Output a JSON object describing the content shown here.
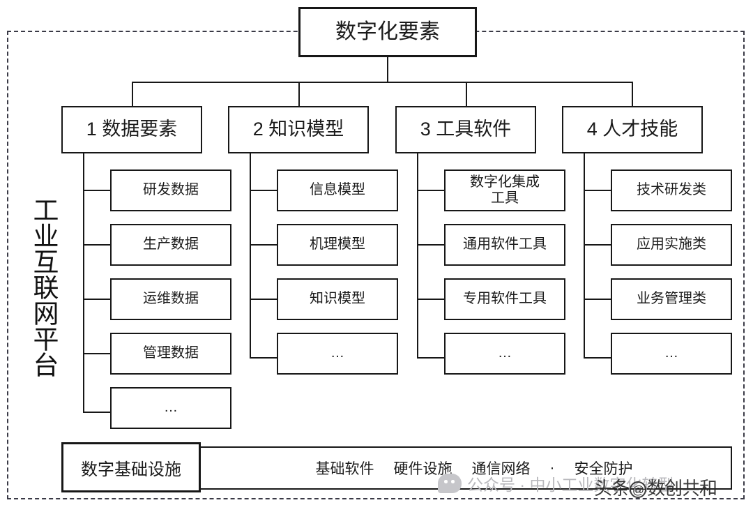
{
  "diagram": {
    "platform_label": "工业互联网平台",
    "root": {
      "label": "数字化要素"
    },
    "categories": [
      {
        "id": "data-elements",
        "label": "1 数据要素",
        "children": [
          "研发数据",
          "生产数据",
          "运维数据",
          "管理数据",
          "…"
        ]
      },
      {
        "id": "knowledge-models",
        "label": "2 知识模型",
        "children": [
          "信息模型",
          "机理模型",
          "知识模型",
          "…"
        ]
      },
      {
        "id": "tool-software",
        "label": "3 工具软件",
        "children": [
          "数字化集成\n工具",
          "通用软件工具",
          "专用软件工具",
          "…"
        ]
      },
      {
        "id": "talent-skills",
        "label": "4 人才技能",
        "children": [
          "技术研发类",
          "应用实施类",
          "业务管理类",
          "…"
        ]
      }
    ],
    "infrastructure": {
      "label": "数字基础设施",
      "items": [
        "基础软件",
        "硬件设施",
        "通信网络",
        "安全防护"
      ],
      "separator": "·"
    }
  },
  "watermarks": {
    "wechat": "公众号 · 中小工业数字化转型",
    "toutiao_prefix": "头条",
    "toutiao_at": "@",
    "toutiao_name": "数创共和"
  },
  "colors": {
    "line": "#171717",
    "frame": "#3a3a46",
    "background": "#ffffff",
    "watermark_gray": "#b9b9bd"
  }
}
